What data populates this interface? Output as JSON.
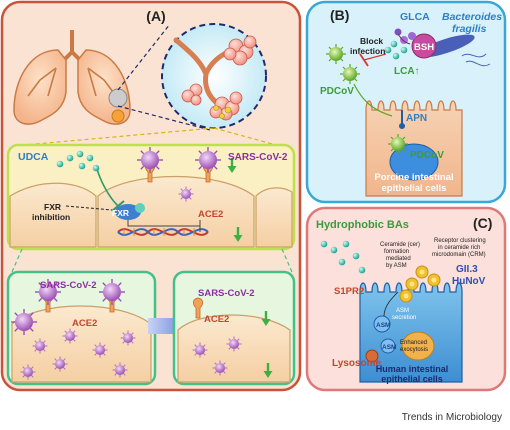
{
  "panel_a": {
    "label": "(A)",
    "ursodeoxycholic_acid": "UDCA",
    "virus_top": "SARS-CoV-2",
    "fxr_inhibition_line1": "FXR",
    "fxr_inhibition_line2": "inhibition",
    "fxr_receptor": "FXR",
    "receptor_top": "ACE2",
    "left_cell_virus": "SARS-CoV-2",
    "left_cell_receptor": "ACE2",
    "right_cell_virus": "SARS-CoV-2",
    "right_cell_receptor": "ACE2"
  },
  "panel_b": {
    "label": "(B)",
    "bile_acid_glca": "GLCA",
    "bacterium_line1": "Bacteroides",
    "bacterium_line2": "fragilis",
    "enzyme": "BSH",
    "block_line1": "Block",
    "block_line2": "infection",
    "bile_acid_lca": "LCA↑",
    "virus_outside": "PDCoV",
    "receptor": "APN",
    "virus_inside": "PDCoV",
    "cell_line1": "Porcine intestinal",
    "cell_line2": "epithelial cells"
  },
  "panel_c": {
    "label": "(C)",
    "hydrophobic_bas": "Hydrophobic BAs",
    "ceramide_line1": "Ceramide (cer)",
    "ceramide_line2": "formation",
    "ceramide_line3": "mediated",
    "ceramide_line4": "by ASM",
    "receptor_line1": "Receptor clustering",
    "receptor_line2": "in ceramide rich",
    "receptor_line3": "microdomain (CRM)",
    "virus_line1": "GII.3",
    "virus_line2": "HuNoV",
    "s1pr2": "S1PR2",
    "asm_secretion_line1": "ASM",
    "asm_secretion_line2": "secretion",
    "asm_label_a": "ASM",
    "asm_label_b": "ASM",
    "exocytosis_line1": "Enhanced",
    "exocytosis_line2": "exocytosis",
    "lysosome": "Lysosome",
    "cell_line1": "Human intestinal",
    "cell_line2": "epithelial cells"
  },
  "footer": {
    "journal": "Trends in Microbiology"
  },
  "colors": {
    "panel_a_border": "#c9533a",
    "panel_a_fill": "#fbe3d3",
    "panel_b_border": "#39a8d6",
    "panel_b_fill": "#d9f1fb",
    "panel_c_border": "#e07878",
    "panel_c_fill": "#fbe0dc",
    "lime_border": "#bfe04a",
    "green_box_border": "#46c08a",
    "label_blue": "#2f7fc4",
    "label_purple": "#8a2fa0",
    "label_red": "#c2462e",
    "label_green": "#3d9a3a"
  }
}
